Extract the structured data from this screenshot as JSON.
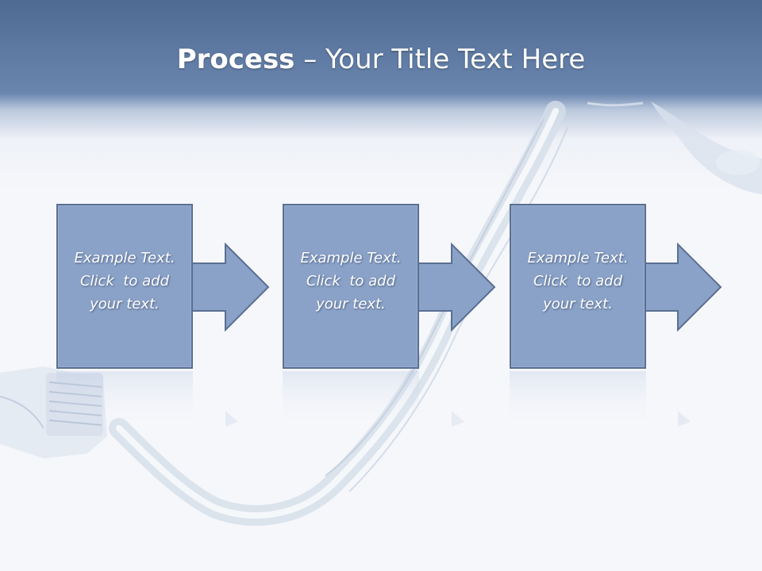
{
  "slide": {
    "title_bold": "Process",
    "title_rest": " – Your Title Text Here"
  },
  "steps": [
    {
      "lines": [
        "Example Text.",
        "Click  to add",
        "your text."
      ]
    },
    {
      "lines": [
        "Example Text.",
        "Click  to add",
        "your text."
      ]
    },
    {
      "lines": [
        "Example Text.",
        "Click  to add",
        "your text."
      ]
    }
  ],
  "colors": {
    "header_dark": "#4f6a91",
    "box_fill": "#8aa2c8",
    "box_border": "#5a6f92"
  },
  "icons": [
    "water-bottle-image",
    "water-stream-image"
  ]
}
